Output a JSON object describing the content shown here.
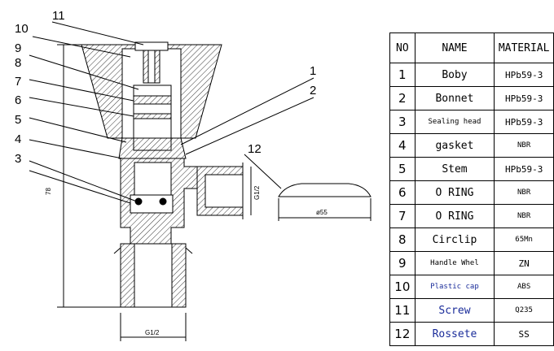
{
  "table": {
    "headers": {
      "no": "NO",
      "name": "NAME",
      "material": "MATERIAL"
    },
    "rows": [
      {
        "no": "1",
        "name": "Boby",
        "material": "HPb59-3"
      },
      {
        "no": "2",
        "name": "Bonnet",
        "material": "HPb59-3"
      },
      {
        "no": "3",
        "name": "Sealing head",
        "material": "HPb59-3"
      },
      {
        "no": "4",
        "name": "gasket",
        "material": "NBR"
      },
      {
        "no": "5",
        "name": "Stem",
        "material": "HPb59-3"
      },
      {
        "no": "6",
        "name": "O RING",
        "material": "NBR"
      },
      {
        "no": "7",
        "name": "O RING",
        "material": "NBR"
      },
      {
        "no": "8",
        "name": "Circlip",
        "material": "65Mn"
      },
      {
        "no": "9",
        "name": "Handle Whel",
        "material": "ZN"
      },
      {
        "no": "10",
        "name": "Plastic cap",
        "material": "ABS"
      },
      {
        "no": "11",
        "name": "Screw",
        "material": "Q235"
      },
      {
        "no": "12",
        "name": "Rossete",
        "material": "SS"
      }
    ]
  },
  "callouts": [
    "1",
    "2",
    "3",
    "4",
    "5",
    "6",
    "7",
    "8",
    "9",
    "10",
    "11",
    "12"
  ],
  "dimensions": {
    "height": "78",
    "outlet_thread": "G1/2",
    "inlet_thread": "G1/2",
    "rosette_diameter": "ø55"
  },
  "colors": {
    "line": "#000000",
    "blue_text": "#1a2c9a"
  }
}
